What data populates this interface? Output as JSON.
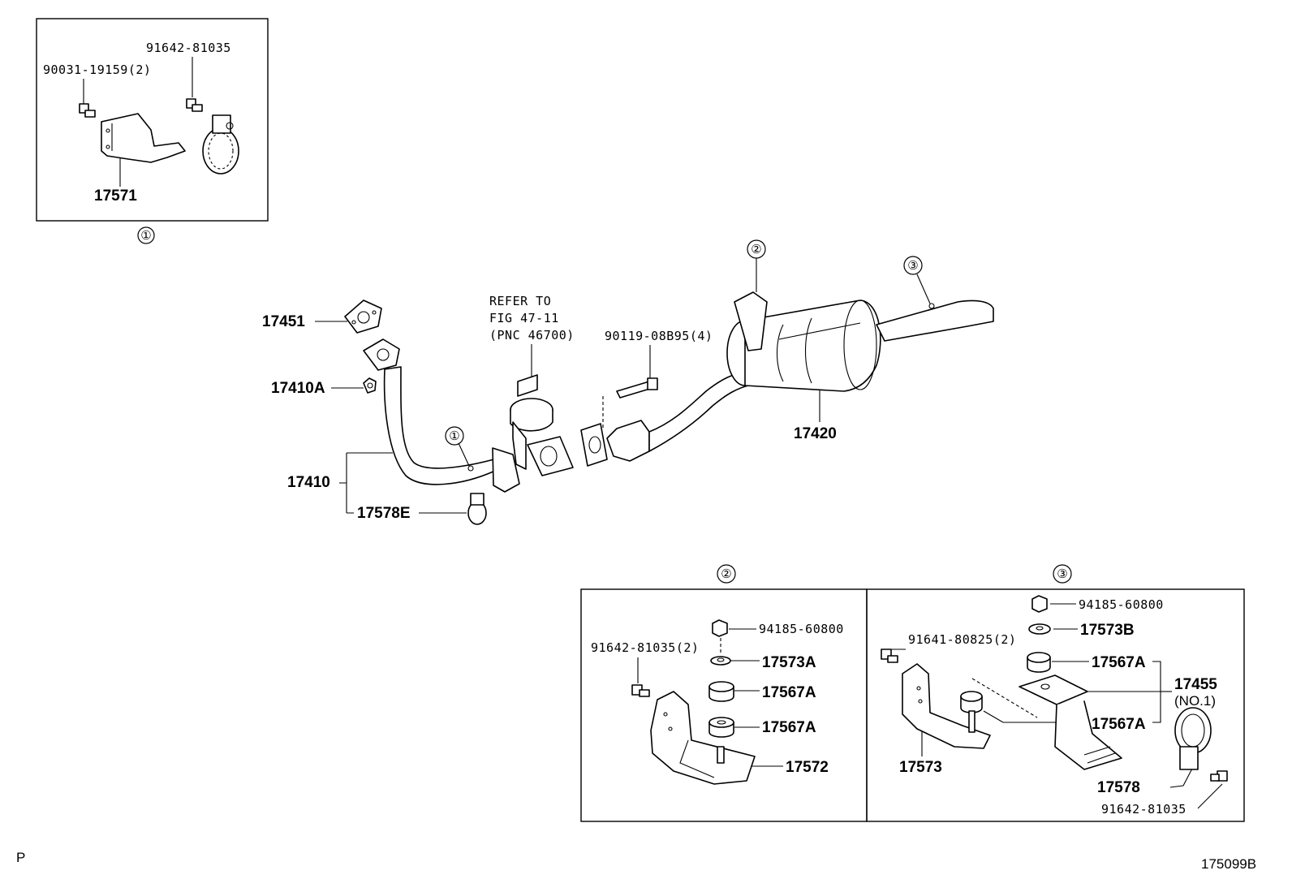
{
  "inset1": {
    "ref": "①",
    "bolt1": "90031-19159(2)",
    "bolt2": "91642-81035",
    "bracket": "17571"
  },
  "main": {
    "gasket": "17451",
    "nut": "17410A",
    "front_pipe": "17410",
    "clamp": "17578E",
    "refer_line1": "REFER TO",
    "refer_line2": "FIG 47-11",
    "refer_line3": "(PNC 46700)",
    "bolt": "90119-08B95(4)",
    "muffler": "17420",
    "callout1": "①",
    "callout2": "②",
    "callout3": "③"
  },
  "inset2": {
    "ref": "②",
    "nut": "94185-60800",
    "bolt": "91642-81035(2)",
    "washer": "17573A",
    "cushion1": "17567A",
    "cushion2": "17567A",
    "bracket": "17572"
  },
  "inset3": {
    "ref": "③",
    "nut": "94185-60800",
    "bolt": "91641-80825(2)",
    "washer": "17573B",
    "cushion1": "17567A",
    "cushion2": "17567A",
    "support": "17455",
    "support_note": "(NO.1)",
    "bracket": "17573",
    "clamp": "17578",
    "clamp_bolt": "91642-81035"
  },
  "footer": {
    "left_mark": "P",
    "diagram_id": "175099B"
  }
}
